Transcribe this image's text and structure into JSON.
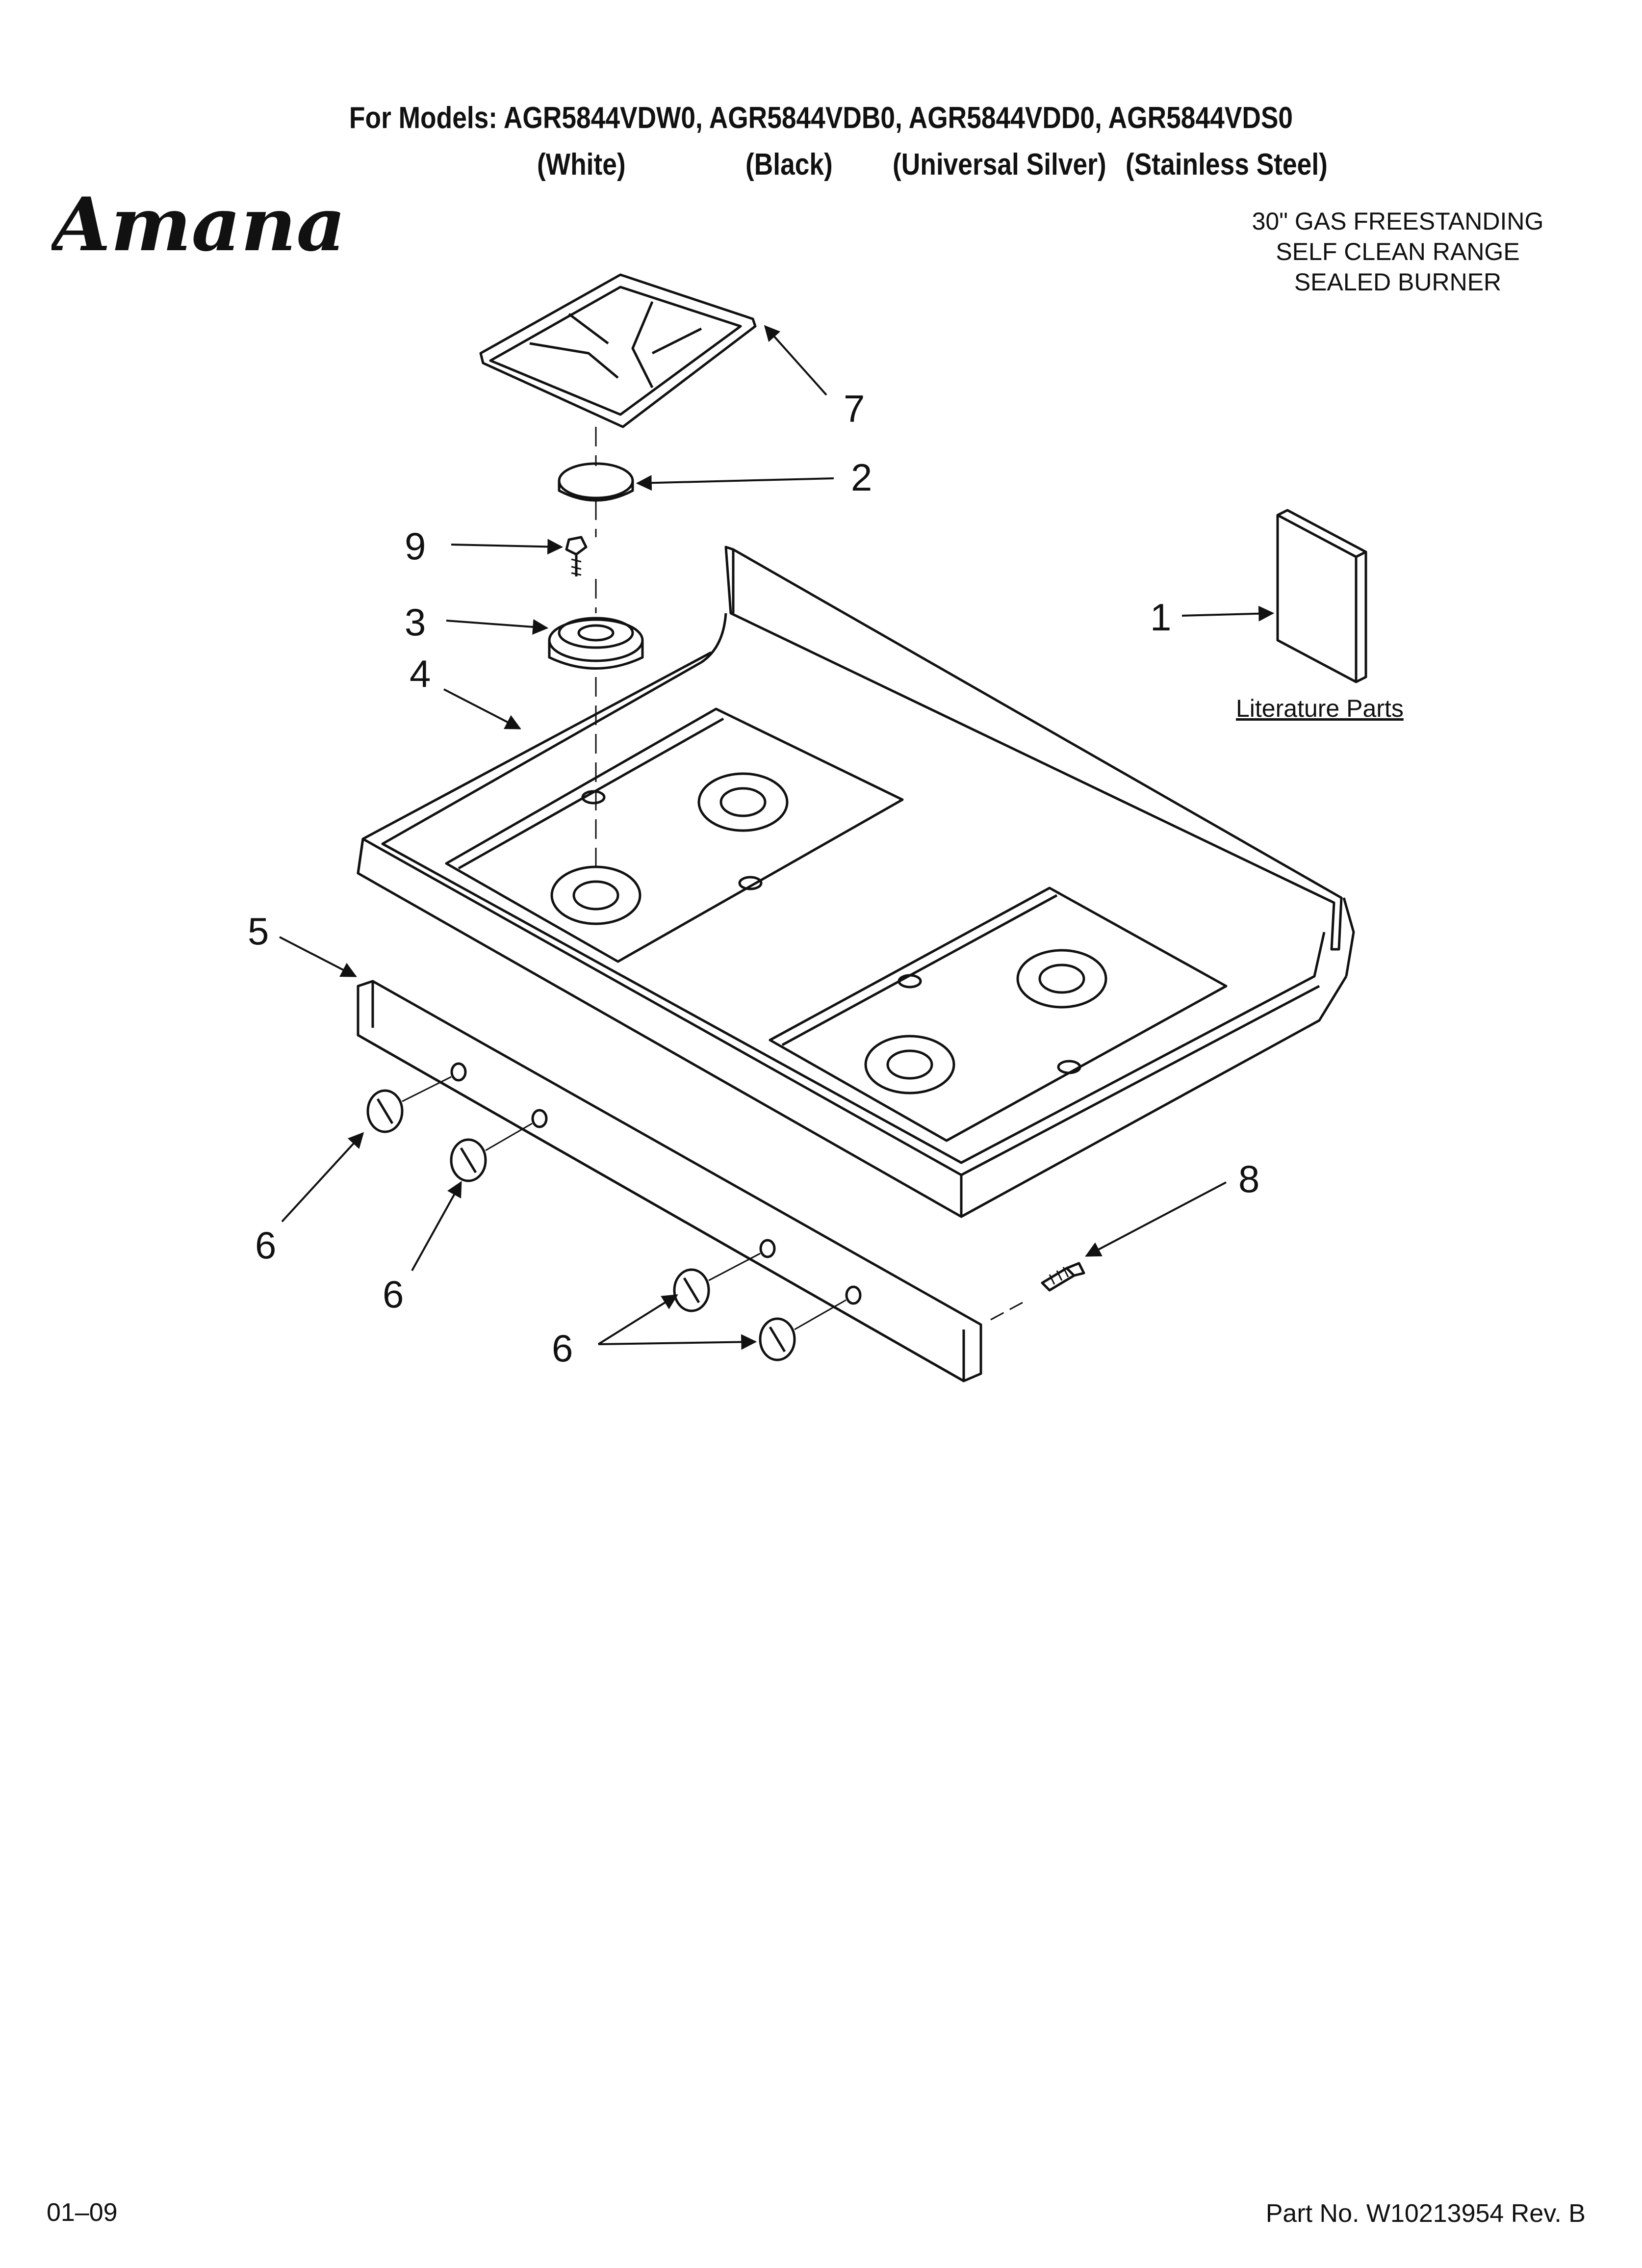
{
  "header": {
    "models_line": "For Models: AGR5844VDW0, AGR5844VDB0, AGR5844VDD0, AGR5844VDS0",
    "variants": [
      "(White)",
      "(Black)",
      "(Universal Silver)",
      "(Stainless Steel)"
    ]
  },
  "brand": {
    "logo_text": "Amana"
  },
  "description": [
    "30\" GAS FREESTANDING",
    "SELF CLEAN RANGE",
    "SEALED BURNER"
  ],
  "diagram": {
    "literature_label": "Literature Parts",
    "callouts": {
      "c1": "1",
      "c2": "2",
      "c3": "3",
      "c4": "4",
      "c5": "5",
      "c6a": "6",
      "c6b": "6",
      "c6c": "6",
      "c7": "7",
      "c8": "8",
      "c9": "9"
    }
  },
  "footer": {
    "date_code": "01–09",
    "part_number": "Part No. W10213954 Rev. B"
  }
}
